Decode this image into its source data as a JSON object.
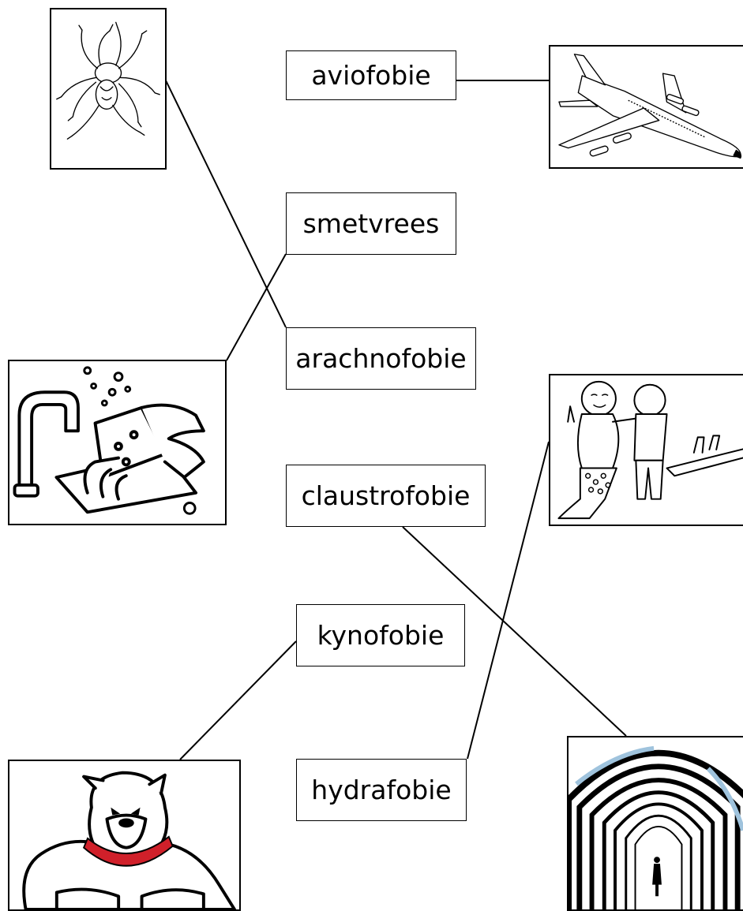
{
  "words": {
    "aviofobie": "aviofobie",
    "smetvrees": "smetvrees",
    "arachnofobie": "arachnofobie",
    "claustrofobie": "claustrofobie",
    "kynofobie": "kynofobie",
    "hydrafobie": "hydrafobie"
  },
  "pictures": {
    "spider": "spider",
    "airplane": "airplane",
    "handwashing": "hands-washing-with-soap",
    "swimming": "children-at-swimming-pool",
    "bulldog": "bulldog",
    "tunnel": "tunnel-with-person"
  },
  "connections": [
    {
      "from": "aviofobie",
      "to": "airplane"
    },
    {
      "from": "spider",
      "to": "arachnofobie"
    },
    {
      "from": "smetvrees",
      "to": "handwashing"
    },
    {
      "from": "claustrofobie",
      "to": "tunnel"
    },
    {
      "from": "hydrafobie",
      "to": "swimming"
    },
    {
      "from": "kynofobie",
      "to": "bulldog"
    }
  ]
}
